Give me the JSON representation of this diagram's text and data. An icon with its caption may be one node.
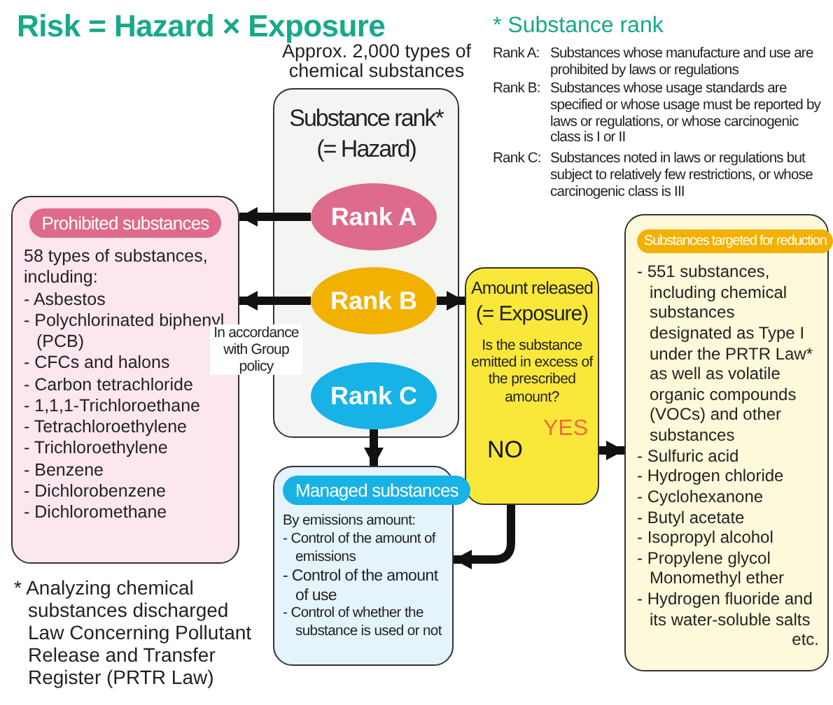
{
  "diagram": {
    "title": "Risk = Hazard × Exposure",
    "nodes": [
      {
        "text": [
          "Substance rank*",
          "(= Hazard)"
        ],
        "beside": [
          "Approx. 2,000 types of chemical substances"
        ]
      },
      {
        "text": [
          "Rank A"
        ],
        "in": 0
      },
      {
        "text": [
          "Rank B"
        ],
        "in": 0
      },
      {
        "text": [
          "Rank C"
        ],
        "in": 0
      },
      {
        "text": [
          "Prohibited substances",
          "58 types of substances, including:",
          "- Asbestos",
          "- Polychlorinated biphenyl (PCB)",
          "- CFCs and halons",
          "- Carbon tetrachloride",
          "- 1,1,1-Trichloroethane",
          "- Tetrachloroethylene",
          "- Trichloroethylene",
          "- Benzene",
          "- Dichlorobenzene",
          "- Dichloromethane"
        ]
      },
      {
        "text": [
          "Amount released",
          "(= Exposure)",
          "Is the substance emitted in excess of the prescribed amount?",
          "YES",
          "NO"
        ]
      },
      {
        "text": [
          "Managed substances",
          "By emissions amount:",
          "- Control of the amount of emissions",
          "- Control of the amount of use",
          "- Control of whether the substance is used or not"
        ]
      },
      {
        "text": [
          "Substances targeted for reduction",
          "- 551 substances, including chemical substances designated as Type I under the PRTR Law* as well as volatile organic compounds (VOCs) and other substances",
          "- Sulfuric acid",
          "- Hydrogen chloride",
          "- Cyclohexanone",
          "- Butyl acetate",
          "- Isopropyl alcohol",
          "- Propylene glycol Monomethyl ether",
          "- Hydrogen fluoride and its water-soluble salts",
          "etc."
        ]
      }
    ],
    "edges": [
      {
        "from": 1,
        "to": 4,
        "arrow": "to"
      },
      {
        "from": 2,
        "to": 4,
        "arrow": "to"
      },
      {
        "from": 2,
        "to": 5,
        "arrow": "to"
      },
      {
        "from": 3,
        "to": 6,
        "arrow": "to"
      },
      {
        "from": 5,
        "to": 7,
        "arrow": "to"
      },
      {
        "from": 5,
        "to": 6,
        "arrow": "to"
      }
    ],
    "labels": [
      "* Substance rank",
      "Rank A:",
      "Substances whose manufacture and use are prohibited by laws or regulations",
      "Rank B:",
      "Substances whose usage standards are specified or whose usage must be reported by laws or regulations, or whose carcinogenic class is I or II",
      "Rank C:",
      "Substances noted in laws or regulations but subject to relatively few restrictions, or whose carcinogenic class is III",
      "In accordance with Group policy",
      "* Analyzing chemical substances discharged Law Concerning Pollutant Release and Transfer Register (PRTR Law)"
    ]
  }
}
